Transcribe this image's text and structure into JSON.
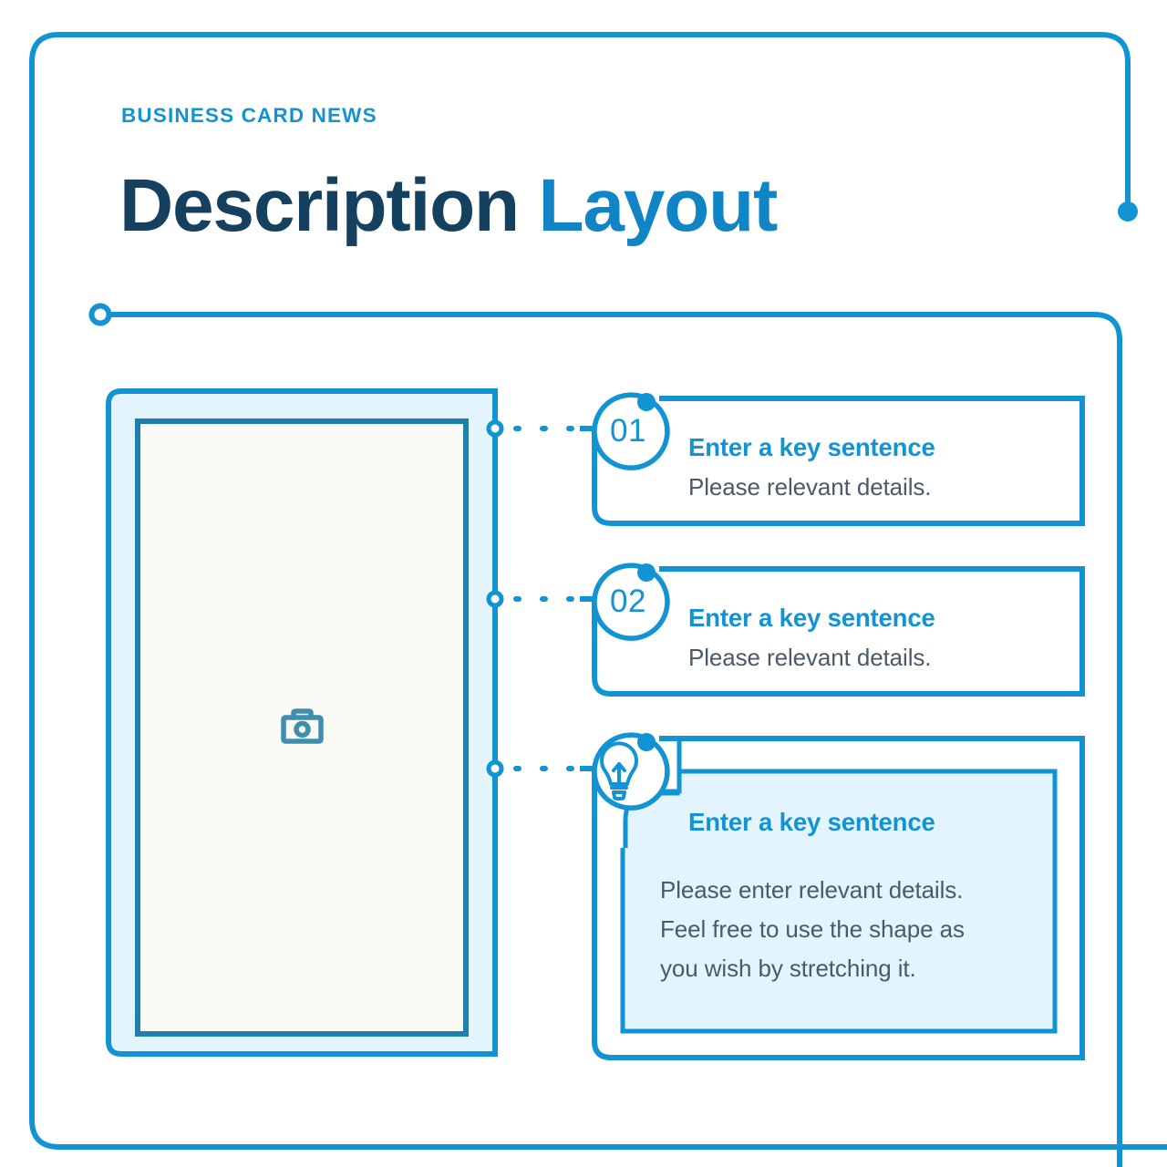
{
  "page": {
    "eyebrow": "BUSINESS CARD NEWS",
    "title_primary": "Description",
    "title_accent": "Layout"
  },
  "colors": {
    "accent_blue": "#1193d4",
    "title_navy": "#16405f",
    "title_blue": "#1184c6",
    "body_gray": "#4a5a68",
    "panel_fill": "#e4f4fd",
    "photo_fill": "#fbfaf7",
    "photo_border": "#1f80ad",
    "card_fill_light": "#e4f4fd"
  },
  "media": {
    "placeholder_icon": "camera-icon"
  },
  "items": [
    {
      "badge": "01",
      "badge_type": "number",
      "title": "Enter a key sentence",
      "subtitle": "Please relevant details."
    },
    {
      "badge": "02",
      "badge_type": "number",
      "title": "Enter a key sentence",
      "subtitle": "Please relevant details."
    },
    {
      "badge": "lightbulb-icon",
      "badge_type": "icon",
      "title": "Enter a key sentence",
      "body_lines": [
        "Please enter relevant details.",
        "Feel free to use the shape as",
        "you wish by stretching it."
      ]
    }
  ]
}
